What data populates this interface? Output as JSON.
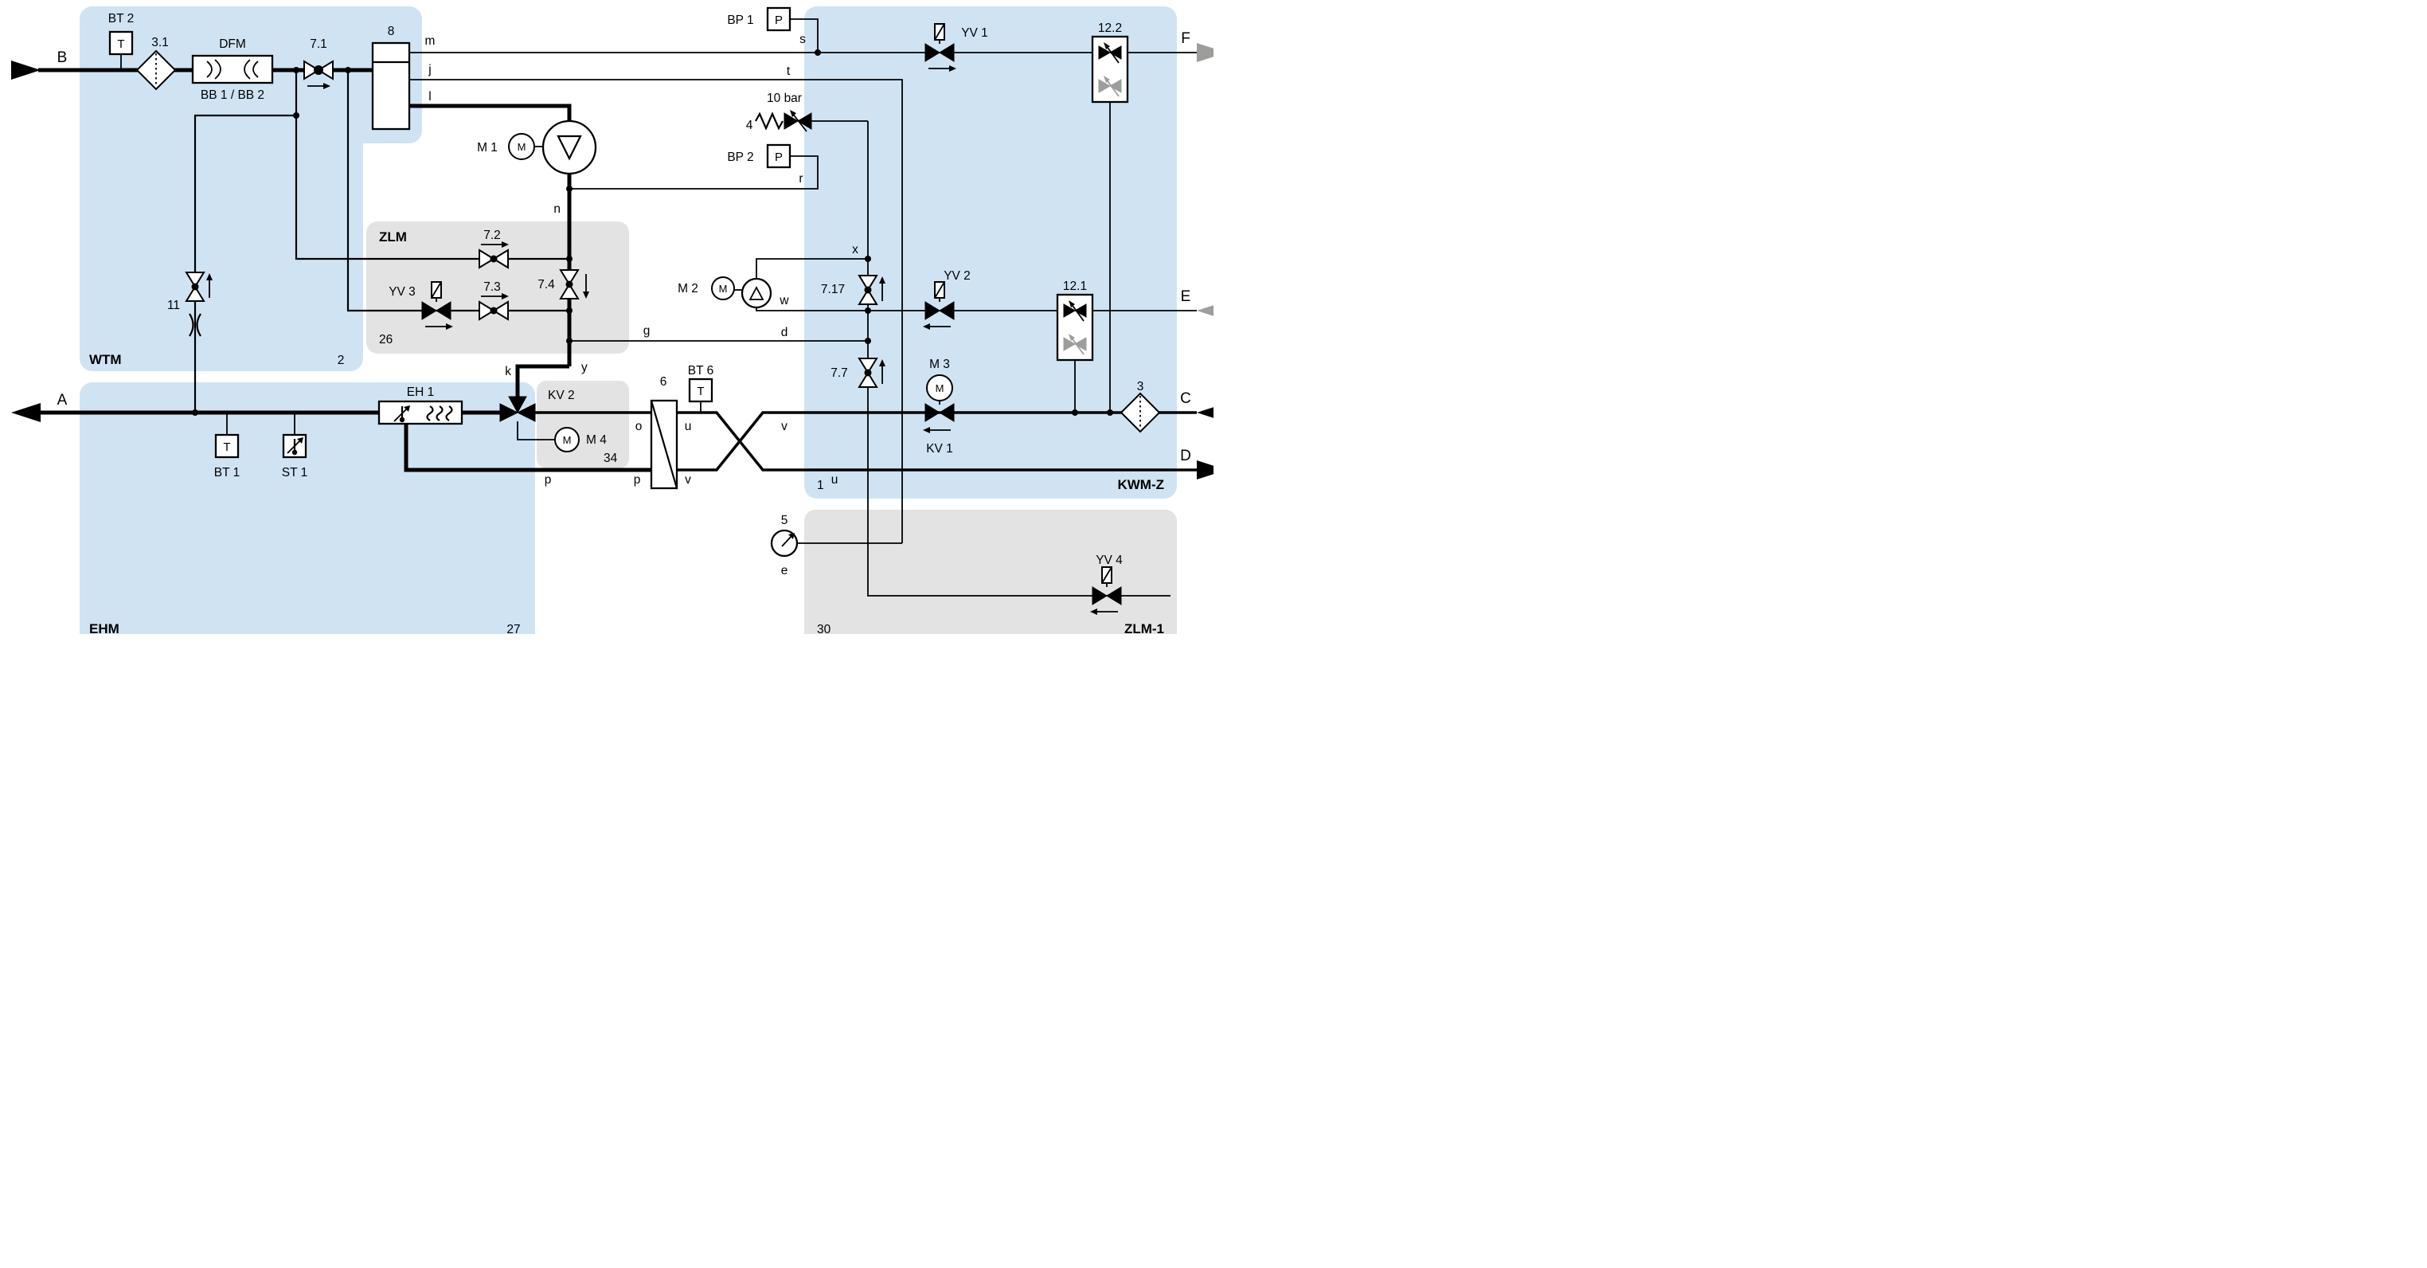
{
  "ports": {
    "a": "A",
    "b": "B",
    "c": "C",
    "d": "D",
    "e": "E",
    "f": "F"
  },
  "lines": {
    "m": "m",
    "j": "j",
    "l": "l",
    "n": "n",
    "s": "s",
    "t": "t",
    "r": "r",
    "x": "x",
    "w": "w",
    "g": "g",
    "d": "d",
    "k": "k",
    "y": "y",
    "o": "o",
    "p1": "p",
    "p2": "p",
    "u1": "u",
    "u2": "u",
    "v1": "v",
    "v2": "v",
    "e": "e"
  },
  "regions": {
    "wtm": {
      "name": "WTM",
      "number": "2"
    },
    "ehm": {
      "name": "EHM",
      "number": "27"
    },
    "zlm": {
      "name": "ZLM",
      "number": "26"
    },
    "zlm1": {
      "name": "ZLM-1",
      "number": "30"
    },
    "kwmz": {
      "name": "KWM-Z",
      "number": "1"
    },
    "kv2": {
      "name": "KV 2",
      "number": "34"
    }
  },
  "instruments": {
    "bt1": {
      "label": "BT 1",
      "letter": "T"
    },
    "bt2": {
      "label": "BT 2",
      "letter": "T"
    },
    "bt6": {
      "label": "BT 6",
      "letter": "T"
    },
    "st1": {
      "label": "ST 1"
    },
    "bp1": {
      "label": "BP 1",
      "letter": "P"
    },
    "bp2": {
      "label": "BP 2",
      "letter": "P"
    },
    "gauge": {
      "label": "5"
    }
  },
  "valves": {
    "v71": "7.1",
    "v72": "7.2",
    "v73": "7.3",
    "v74": "7.4",
    "v717": "7.17",
    "v77": "7.7",
    "v11": "11",
    "yv1": "YV 1",
    "yv2": "YV 2",
    "yv3": "YV 3",
    "yv4": "YV 4",
    "kv1": "KV 1",
    "relief": {
      "label": "4",
      "setting": "10 bar"
    },
    "dbl1": "12.1",
    "dbl2": "12.2"
  },
  "equipment": {
    "filter_in": "3.1",
    "filter_ret": "3",
    "dfm": {
      "label": "DFM",
      "sublabel": "BB 1 / BB 2"
    },
    "vessel": "8",
    "pump1": {
      "label": "M 1",
      "letter": "M"
    },
    "pump2": {
      "label": "M 2",
      "letter": "M"
    },
    "motor3": {
      "label": "M 3",
      "letter": "M"
    },
    "motor4": {
      "label": "M 4",
      "letter": "M"
    },
    "heater": "EH 1",
    "hx": "6"
  },
  "colors": {
    "region_blue": "#cfe3f3",
    "region_gray": "#e3e3e3",
    "line": "#000000",
    "gray_flow": "#9d9d9c"
  }
}
